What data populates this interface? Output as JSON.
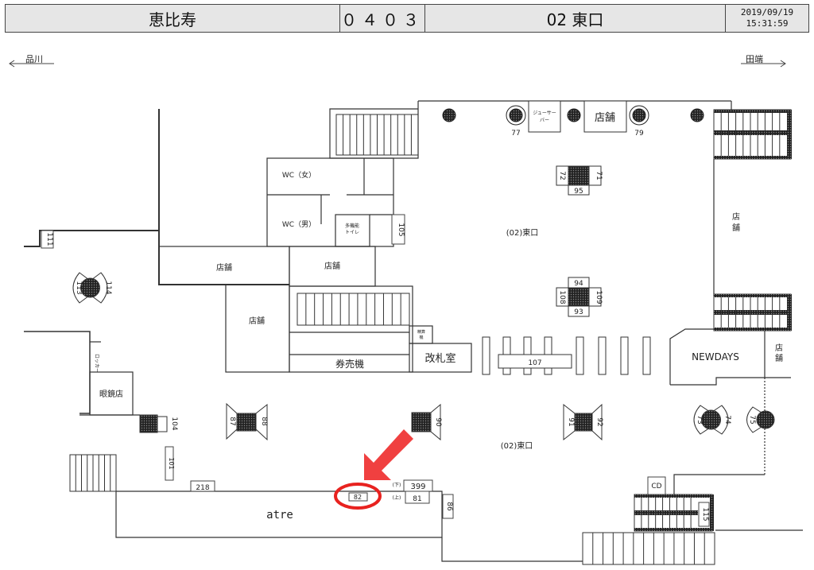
{
  "header": {
    "station": "恵比寿",
    "code": "０４０３",
    "exit": "02 東口",
    "date": "2019/09/19",
    "time": "15:31:59"
  },
  "directions": {
    "left": "品川",
    "right": "田端"
  },
  "colors": {
    "highlight": "#e8221f",
    "arrow": "#f04040",
    "header_bg": "#e6e6e6"
  },
  "rooms": {
    "wc_women": "WC（女）",
    "wc_men": "WC（男）",
    "multi_toilet_1": "多機能",
    "multi_toilet_2": "トイレ",
    "shop": "店舗",
    "shop_v1": "店",
    "shop_v2": "舗",
    "juice_bar_1": "ジューサー",
    "juice_bar_2": "バー",
    "ticket_machines": "券売機",
    "station_office": "改札室",
    "fare_adjust_1": "精算",
    "fare_adjust_2": "機",
    "locker": "ロッカー",
    "optician": "眼鏡店",
    "newdays": "NEWDAYS",
    "atre": "atre",
    "area_label": "(02)東口",
    "cd": "CD",
    "down": "(下)",
    "up": "(上)"
  },
  "ad_numbers": {
    "n111": "111",
    "n113": "113",
    "n114": "114",
    "n105": "105",
    "n77": "77",
    "n79": "79",
    "n72": "72",
    "n71": "71",
    "n95": "95",
    "n94": "94",
    "n93": "93",
    "n108": "108",
    "n109": "109",
    "n107": "107",
    "n104": "104",
    "n87": "87",
    "n88": "88",
    "n90": "90",
    "n91": "91",
    "n92": "92",
    "n73": "73",
    "n74": "74",
    "n75": "75",
    "n101": "101",
    "n218": "218",
    "n82": "82",
    "n399": "399",
    "n81": "81",
    "n86": "86",
    "n115": "115"
  },
  "highlighted_ad": "82"
}
